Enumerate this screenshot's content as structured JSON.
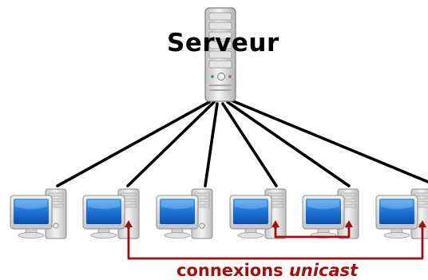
{
  "server": {
    "label": "Serveur"
  },
  "clients": [
    {
      "id": 1
    },
    {
      "id": 2
    },
    {
      "id": 3
    },
    {
      "id": 4
    },
    {
      "id": 5
    },
    {
      "id": 6
    }
  ],
  "caption": {
    "text": "connexions ",
    "emphasis": "unicast"
  },
  "colors": {
    "connection_line": "#000000",
    "unicast_bracket": "#a30d0d",
    "caption": "#a30d0d",
    "screen": "#1a6fd6",
    "case": "#e6e6e6"
  }
}
